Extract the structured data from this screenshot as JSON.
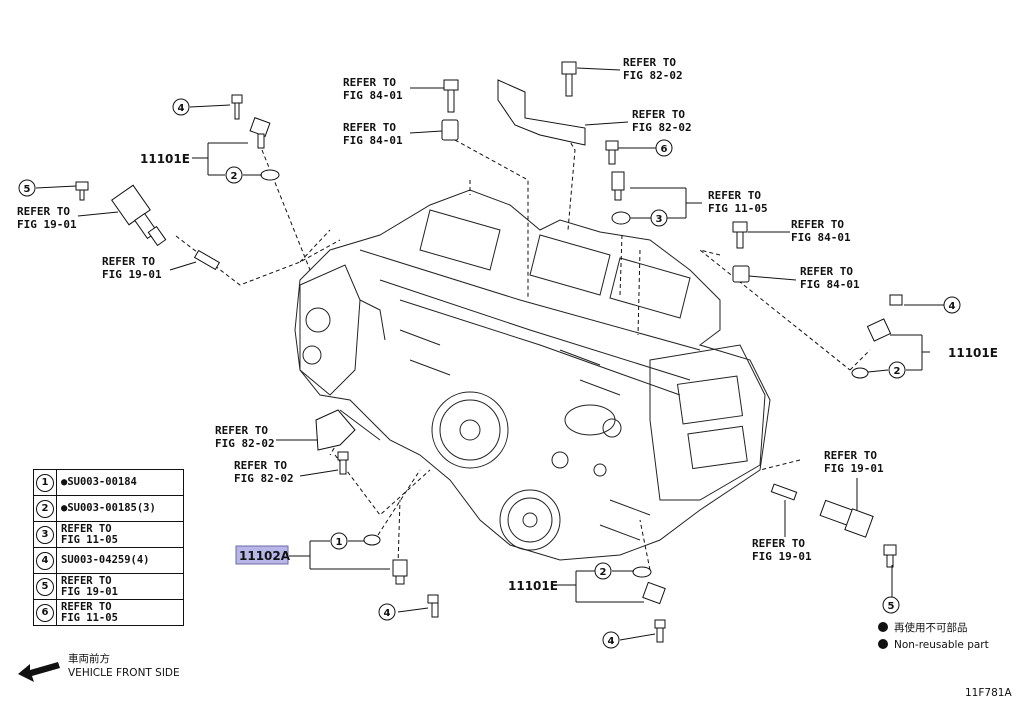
{
  "diagram_code": "11F781A",
  "direction": {
    "jp": "車両前方",
    "en": "VEHICLE FRONT SIDE"
  },
  "legend": {
    "jp": "再使用不可部品",
    "en": "Non-reusable part"
  },
  "refer_line1": "REFER TO",
  "refs": {
    "fig84_01": "FIG 84-01",
    "fig82_02": "FIG 82-02",
    "fig11_05": "FIG 11-05",
    "fig19_01": "FIG 19-01"
  },
  "part_numbers": {
    "p11101E": "11101E",
    "p11102A": "11102A"
  },
  "callouts": [
    "1",
    "2",
    "3",
    "4",
    "5",
    "6"
  ],
  "table": [
    {
      "num": "1",
      "text": "●SU003-00184"
    },
    {
      "num": "2",
      "text": "●SU003-00185(3)"
    },
    {
      "num": "3",
      "text": "REFER TO\nFIG 11-05"
    },
    {
      "num": "4",
      "text": "SU003-04259(4)"
    },
    {
      "num": "5",
      "text": "REFER TO\nFIG 19-01"
    },
    {
      "num": "6",
      "text": "REFER TO\nFIG 11-05"
    }
  ]
}
